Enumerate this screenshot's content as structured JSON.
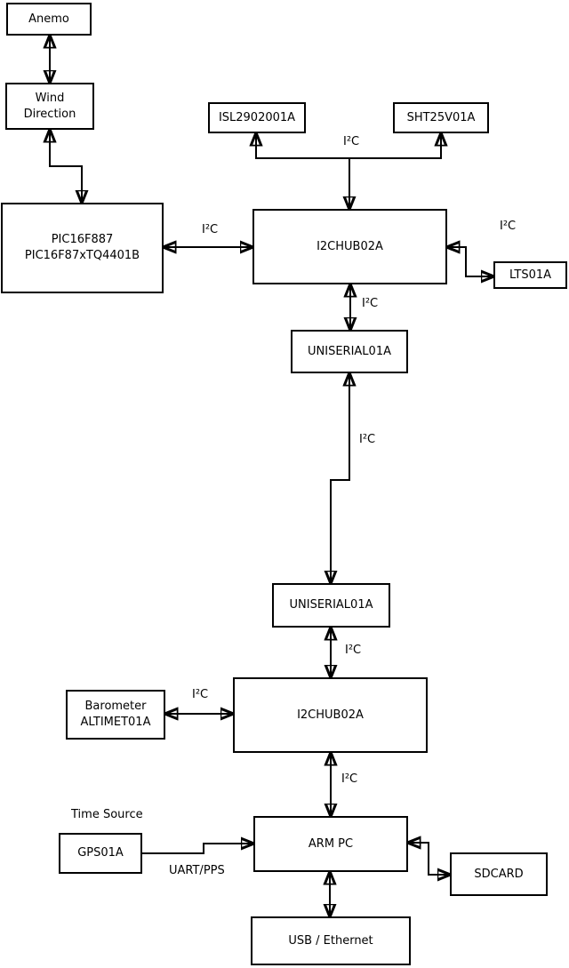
{
  "diagram": {
    "background_color": "#ffffff",
    "line_color": "#000000",
    "box_fill_color": "#ffffff",
    "nodes": {
      "anemo": {
        "label": "Anemo"
      },
      "wind_direction": {
        "label": "Wind\nDirection"
      },
      "pic": {
        "label": "PIC16F887\nPIC16F87xTQ4401B"
      },
      "isl": {
        "label": "ISL2902001A"
      },
      "sht": {
        "label": "SHT25V01A"
      },
      "i2chub_top": {
        "label": "I2CHUB02A"
      },
      "lts": {
        "label": "LTS01A"
      },
      "uniserial_top": {
        "label": "UNISERIAL01A"
      },
      "uniserial_bottom": {
        "label": "UNISERIAL01A"
      },
      "i2chub_bottom": {
        "label": "I2CHUB02A"
      },
      "barometer": {
        "label": "Barometer\nALTIMET01A"
      },
      "gps": {
        "label": "GPS01A"
      },
      "arm_pc": {
        "label": "ARM PC"
      },
      "sdcard": {
        "label": "SDCARD"
      },
      "usb_ethernet": {
        "label": "USB / Ethernet"
      }
    },
    "edge_labels": {
      "i2c_sensor_bus": "I²C",
      "i2c_pic_hub": "I²C",
      "i2c_hub_lts": "I²C",
      "i2c_hub_uniserial": "I²C",
      "i2c_uniserial_link": "I²C",
      "i2c_uniserial_hub2": "I²C",
      "i2c_barometer": "I²C",
      "i2c_hub2_arm": "I²C",
      "time_source": "Time Source",
      "uart_pps": "UART/PPS"
    }
  }
}
